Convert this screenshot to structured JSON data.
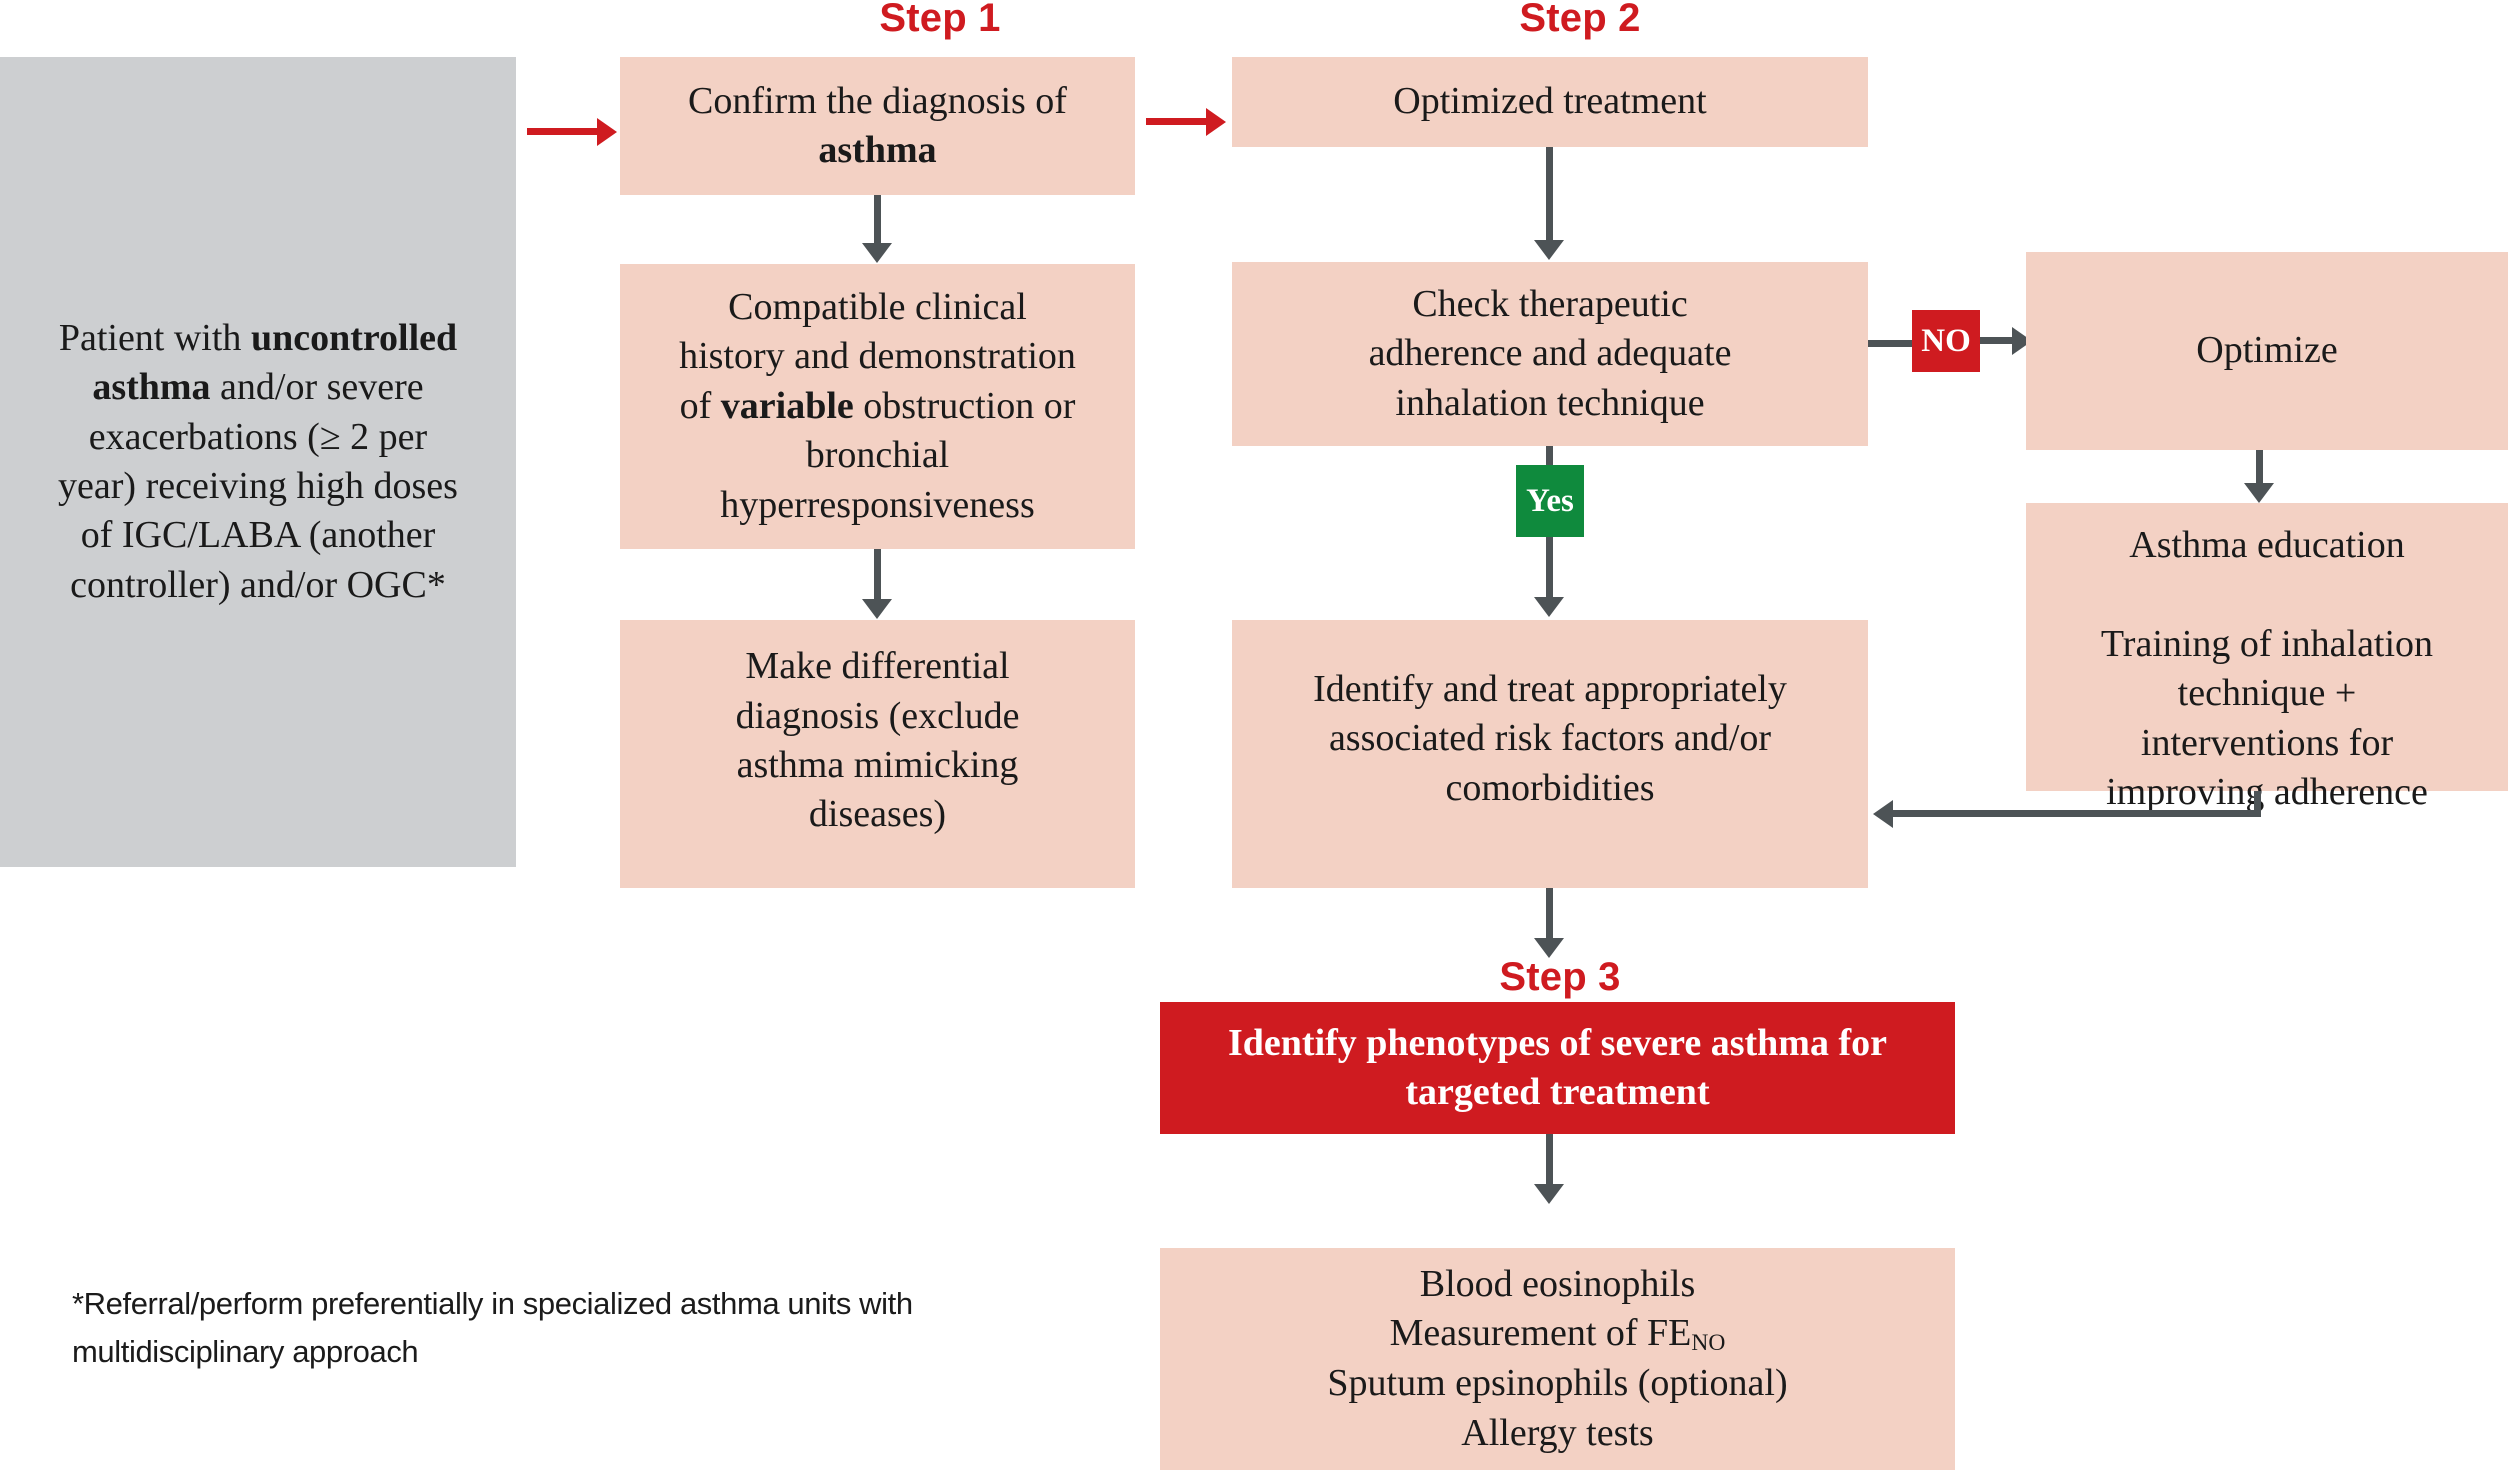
{
  "title": "Management algorithm for severe uncontrolled asthma",
  "colors": {
    "pink_box": "#f3d1c4",
    "gray_box": "#cdcfd1",
    "red_accent": "#cf1b20",
    "green_badge": "#0f8a3d",
    "connector_gray": "#4d5356"
  },
  "step_headers": {
    "step1": "Step 1",
    "step2": "Step 2",
    "step3": "Step 3"
  },
  "entry_box": {
    "line1_a": "Patient with ",
    "line1_b": "uncontrolled",
    "line2_a": "asthma",
    "line2_b": " and/or severe",
    "line3": "exacerbations (≥ 2 per",
    "line4": "year) receiving high doses",
    "line5": "of IGC/LABA  (another",
    "line6": "controller) and/or OGC*"
  },
  "step1": {
    "box1_line1": "Confirm the diagnosis of",
    "box1_line2_bold": "asthma",
    "box2_line1": "Compatible clinical",
    "box2_line2": "history and demonstration",
    "box2_line3_a": "of ",
    "box2_line3_bold": "variable",
    "box2_line3_b": " obstruction or",
    "box2_line4": "bronchial",
    "box2_line5": "hyperresponsiveness",
    "box3_line1": "Make differential",
    "box3_line2": "diagnosis (exclude",
    "box3_line3": "asthma mimicking",
    "box3_line4": "diseases)"
  },
  "step2": {
    "box1": "Optimized treatment",
    "box2_line1": "Check therapeutic",
    "box2_line2": "adherence and adequate",
    "box2_line3": "inhalation technique",
    "decision_no": "NO",
    "decision_yes": "Yes",
    "box3_line1": "Identify and treat appropriately",
    "box3_line2": "associated risk factors and/or",
    "box3_line3": "comorbidities"
  },
  "optimize_branch": {
    "box1": "Optimize",
    "box2_line1": "Asthma education",
    "box2_line2": "Training of inhalation",
    "box2_line3": "technique +",
    "box2_line4": "interventions for",
    "box2_line5": "improving adherence"
  },
  "step3": {
    "red_box_line1": "Identify phenotypes of severe asthma for",
    "red_box_line2": "targeted treatment",
    "tests_line1": "Blood eosinophils",
    "tests_line2_a": "Measurement of FE",
    "tests_line2_sub": "NO",
    "tests_line3": "Sputum epsinophils (optional)",
    "tests_line4": "Allergy tests"
  },
  "footnote": {
    "line1": "*Referral/perform preferentially in specialized asthma units with",
    "line2": "multidisciplinary approach"
  }
}
